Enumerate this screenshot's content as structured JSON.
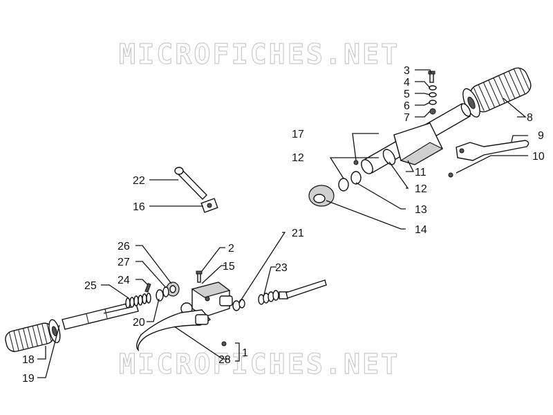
{
  "watermark": "MICROFICHES.NET",
  "labels": {
    "l1": "1",
    "l2": "2",
    "l3": "3",
    "l4": "4",
    "l5": "5",
    "l6": "6",
    "l7": "7",
    "l8": "8",
    "l9": "9",
    "l10": "10",
    "l11": "11",
    "l12a": "12",
    "l12b": "12",
    "l13": "13",
    "l14": "14",
    "l15": "15",
    "l16": "16",
    "l17": "17",
    "l18": "18",
    "l19": "19",
    "l20": "20",
    "l21": "21",
    "l22": "22",
    "l23": "23",
    "l24": "24",
    "l25": "25",
    "l26": "26",
    "l27": "27",
    "l28": "28"
  }
}
